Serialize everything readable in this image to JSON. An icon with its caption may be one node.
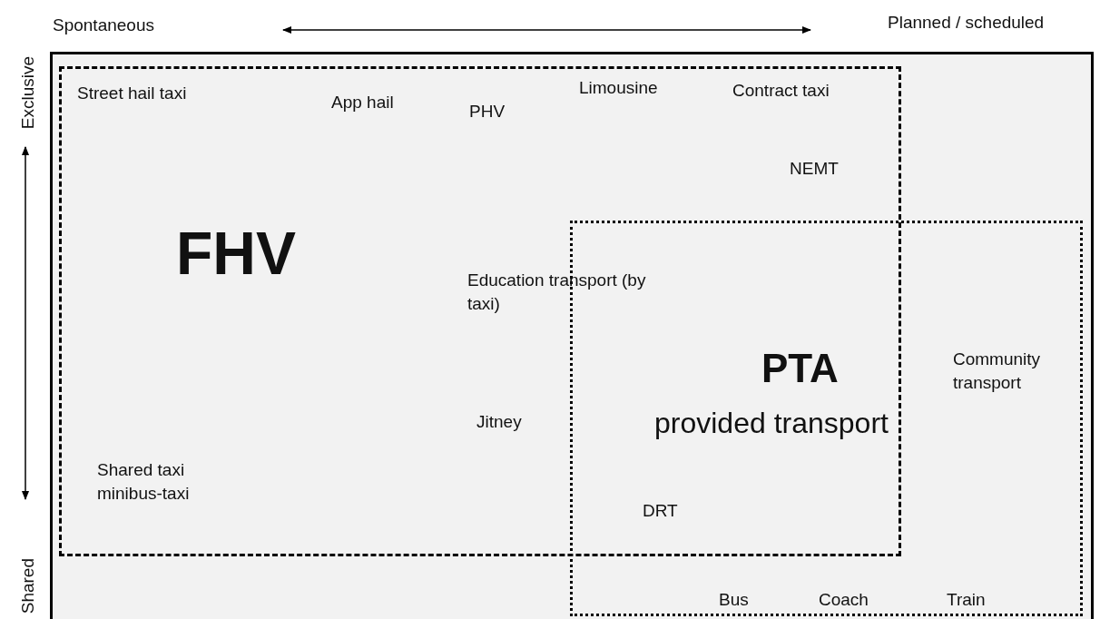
{
  "diagram": {
    "nodes": [
      {
        "text": [
          "FHV"
        ]
      },
      {
        "text": [
          "PTA",
          "provided transport"
        ]
      }
    ],
    "edges": [],
    "labels": [
      "Spontaneous",
      "Planned / scheduled",
      "Exclusive",
      "Street hail taxi",
      "App hail",
      "PHV",
      "Limousine",
      "Contract taxi",
      "NEMT",
      "Education transport (by taxi)",
      "Community transport",
      "Jitney",
      "Shared taxi minibus-taxi",
      "DRT",
      "Shared",
      "Bus",
      "Coach",
      "Train"
    ]
  }
}
